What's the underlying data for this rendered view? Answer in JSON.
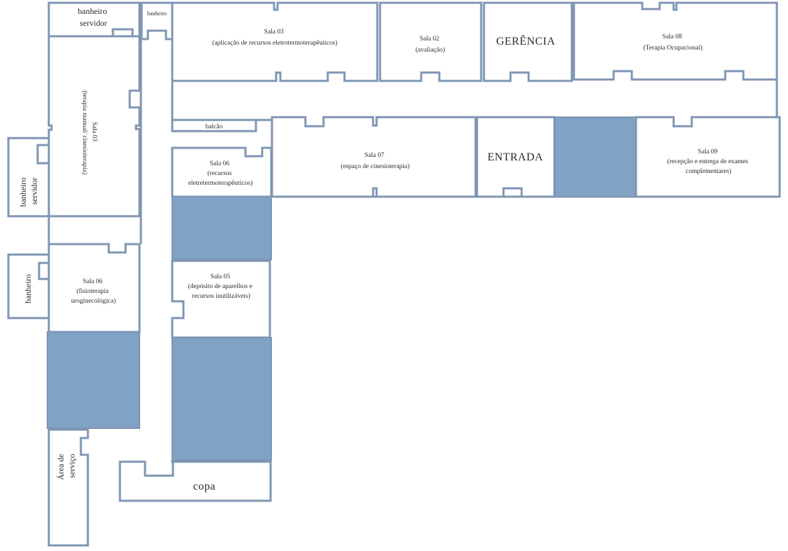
{
  "rooms": {
    "banheiro_servidor_top": [
      "banheiro",
      "servidor"
    ],
    "banheiro_small": [
      "banheiro"
    ],
    "sala03_aplicacao": [
      "Sala 03",
      "(aplicação de recursos eletrotermoterapêuticos)"
    ],
    "sala02": [
      "Sala 02",
      "(avaliação)"
    ],
    "gerencia": [
      "GERÊNCIA"
    ],
    "sala08": [
      "Sala 08",
      "(Terapia Ocupacional)"
    ],
    "sala03_terapia": [
      "Sala 03",
      "(terapia manual/ cinesioterapia)"
    ],
    "banheiro_servidor_left": [
      "banheiro",
      "servidor"
    ],
    "balcao": [
      "balcão"
    ],
    "sala06_recursos": [
      "Sala 06",
      "(recursos",
      "eletretermoterapêuticos)"
    ],
    "sala07": [
      "Sala 07",
      "(espaço de cinesioterapia)"
    ],
    "entrada": [
      "ENTRADA"
    ],
    "sala09": [
      "Sala 09",
      "(recepção e entrega de exames",
      "complementares)"
    ],
    "sala05": [
      "Sala 05",
      "(depósito de aparelhos e",
      "recursos inutilizáveis)"
    ],
    "banheiro_left": [
      "banheiro"
    ],
    "sala06_fisio": [
      "Sala 06",
      "(fisioterapia",
      "uroginecológica)"
    ],
    "area_servico": [
      "Área de",
      "serviço"
    ],
    "copa": [
      "copa"
    ]
  },
  "colors": {
    "wall": "#7f95b3",
    "blocked": "#80a2c4"
  }
}
